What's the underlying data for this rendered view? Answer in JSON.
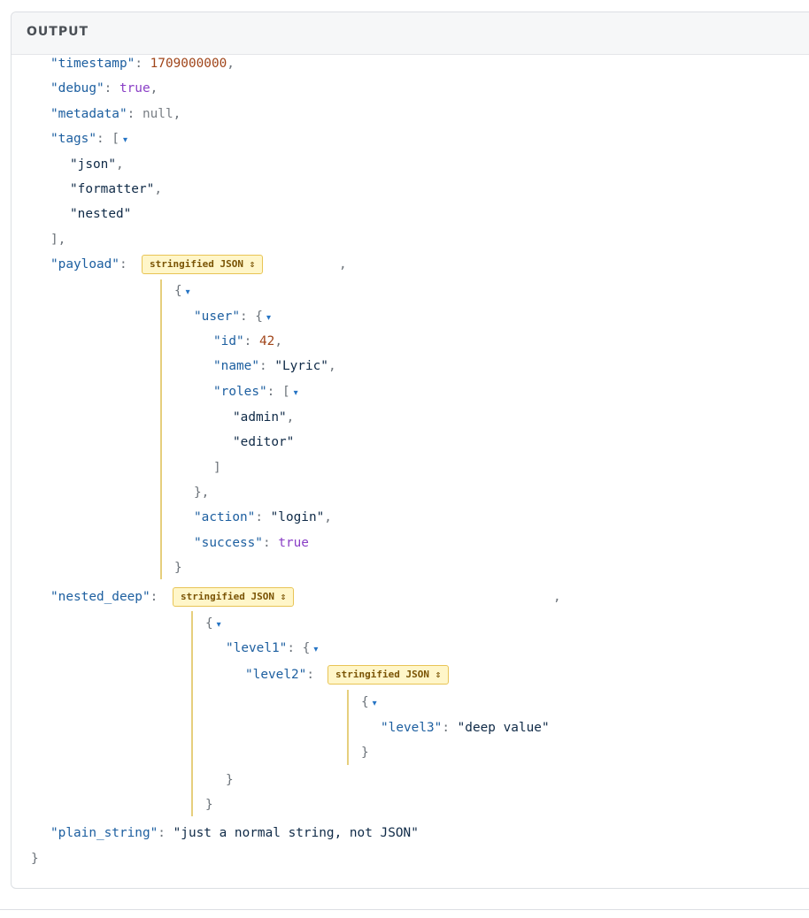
{
  "panel": {
    "title": "OUTPUT"
  },
  "badge": {
    "label": "stringified JSON",
    "icon": "updown-arrows-icon"
  },
  "toggle": {
    "glyph": "▾",
    "icon": "collapse-caret-icon"
  },
  "json": {
    "timestamp": {
      "key": "\"timestamp\"",
      "value": "1709000000"
    },
    "debug": {
      "key": "\"debug\"",
      "value": "true"
    },
    "metadata": {
      "key": "\"metadata\"",
      "value": "null"
    },
    "tags": {
      "key": "\"tags\"",
      "items": [
        "\"json\"",
        "\"formatter\"",
        "\"nested\""
      ]
    },
    "payload": {
      "key": "\"payload\"",
      "user_key": "\"user\"",
      "id_key": "\"id\"",
      "id_value": "42",
      "name_key": "\"name\"",
      "name_value": "\"Lyric\"",
      "roles_key": "\"roles\"",
      "roles": [
        "\"admin\"",
        "\"editor\""
      ],
      "action_key": "\"action\"",
      "action_value": "\"login\"",
      "success_key": "\"success\"",
      "success_value": "true"
    },
    "nested_deep": {
      "key": "\"nested_deep\"",
      "level1_key": "\"level1\"",
      "level2_key": "\"level2\"",
      "level3_key": "\"level3\"",
      "level3_value": "\"deep value\""
    },
    "plain_string": {
      "key": "\"plain_string\"",
      "value": "\"just a normal string, not JSON\""
    }
  }
}
